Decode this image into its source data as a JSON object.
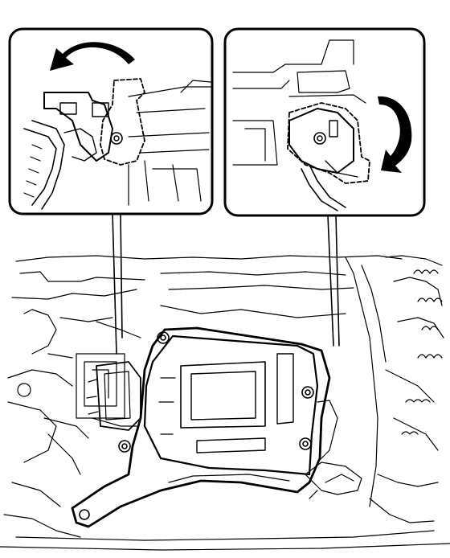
{
  "figure": {
    "type": "technical-line-drawing",
    "line_color": "#000000",
    "background_color": "#ffffff",
    "callouts": [
      {
        "name": "left-detail",
        "rotation_arrow": "counterclockwise",
        "dashed_part": "lock-lever"
      },
      {
        "name": "right-detail",
        "rotation_arrow": "clockwise",
        "dashed_part": "lock-lever"
      }
    ],
    "main_component": "control-module-with-bracket",
    "fasteners_shown": 4
  }
}
